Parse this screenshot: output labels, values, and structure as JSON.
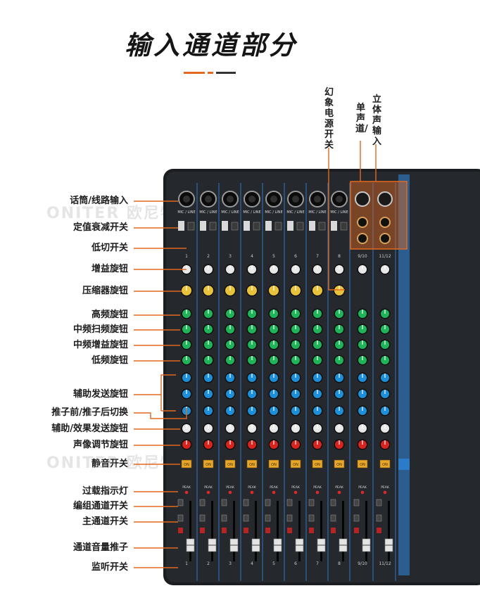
{
  "title": "输入通道部分",
  "watermark": "ONITER 欧尼特",
  "labels": [
    {
      "id": "mic-line-input",
      "text": "话筒/线路输入"
    },
    {
      "id": "pad-switch",
      "text": "定值衰减开关"
    },
    {
      "id": "low-cut",
      "text": "低切开关"
    },
    {
      "id": "gain-knob",
      "text": "增益旋钮"
    },
    {
      "id": "comp-knob",
      "text": "压缩器旋钮"
    },
    {
      "id": "high-eq",
      "text": "高频旋钮"
    },
    {
      "id": "mid-freq",
      "text": "中频扫频旋钮"
    },
    {
      "id": "mid-gain",
      "text": "中频增益旋钮"
    },
    {
      "id": "low-eq",
      "text": "低频旋钮"
    },
    {
      "id": "aux-send",
      "text": "辅助发送旋钮"
    },
    {
      "id": "pre-post",
      "text": "推子前/推子后切换"
    },
    {
      "id": "aux-fx",
      "text": "辅助/效果发送旋钮"
    },
    {
      "id": "pan",
      "text": "声像调节旋钮"
    },
    {
      "id": "mute",
      "text": "静音开关"
    },
    {
      "id": "peak",
      "text": "过载指示灯"
    },
    {
      "id": "group",
      "text": "编组通道开关"
    },
    {
      "id": "main",
      "text": "主通道开关"
    },
    {
      "id": "fader",
      "text": "通道音量推子"
    },
    {
      "id": "solo",
      "text": "监听开关"
    }
  ],
  "top_labels": {
    "phantom": "幻象电源开关",
    "stereo": "立体声输入",
    "mono": "单声道/"
  },
  "mixer": {
    "channel_numbers": [
      "1",
      "2",
      "3",
      "4",
      "5",
      "6",
      "7",
      "8",
      "9/10",
      "11/12"
    ],
    "input_label": "MIC / LINE",
    "mute_label": "ON",
    "peak_label": "PEAK"
  },
  "colors": {
    "accent": "#e2691f",
    "panel": "#1b1d20",
    "knob_green": "#1fb45a",
    "knob_blue": "#1d8fd8",
    "knob_red": "#d8241e",
    "knob_yellow": "#e8c23a",
    "channel_line": "#2f78c8"
  }
}
